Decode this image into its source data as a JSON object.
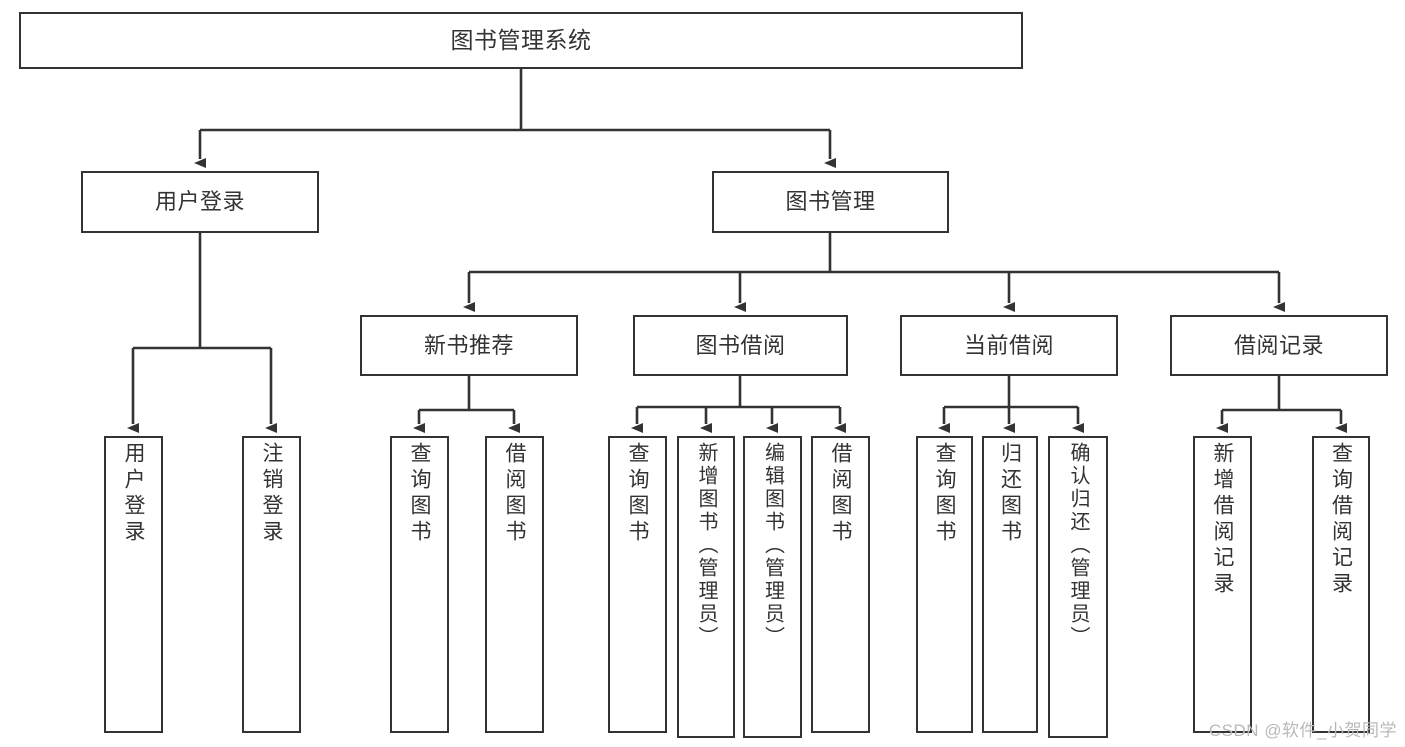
{
  "diagram": {
    "title": "图书管理系统",
    "type": "tree",
    "orientation": "top-down",
    "colors": {
      "stroke": "#333333",
      "text": "#333333",
      "background": "#ffffff",
      "watermark": "#b9b9b9"
    },
    "root": {
      "label": "图书管理系统"
    },
    "level1": [
      {
        "label": "用户登录"
      },
      {
        "label": "图书管理"
      }
    ],
    "level2": [
      {
        "label": "新书推荐"
      },
      {
        "label": "图书借阅"
      },
      {
        "label": "当前借阅"
      },
      {
        "label": "借阅记录"
      }
    ],
    "leaves": {
      "user_login": [
        {
          "label": "用户登录"
        },
        {
          "label": "注销登录"
        }
      ],
      "new_recommend": [
        {
          "label": "查询图书"
        },
        {
          "label": "借阅图书"
        }
      ],
      "book_borrow": [
        {
          "label": "查询图书"
        },
        {
          "label": "新增图书（管理员）"
        },
        {
          "label": "编辑图书（管理员）"
        },
        {
          "label": "借阅图书"
        }
      ],
      "current_borrow": [
        {
          "label": "查询图书"
        },
        {
          "label": "归还图书"
        },
        {
          "label": "确认归还（管理员）"
        }
      ],
      "borrow_history": [
        {
          "label": "新增借阅记录"
        },
        {
          "label": "查询借阅记录"
        }
      ]
    }
  },
  "watermark": {
    "text": "CSDN @软件_小贺同学"
  }
}
